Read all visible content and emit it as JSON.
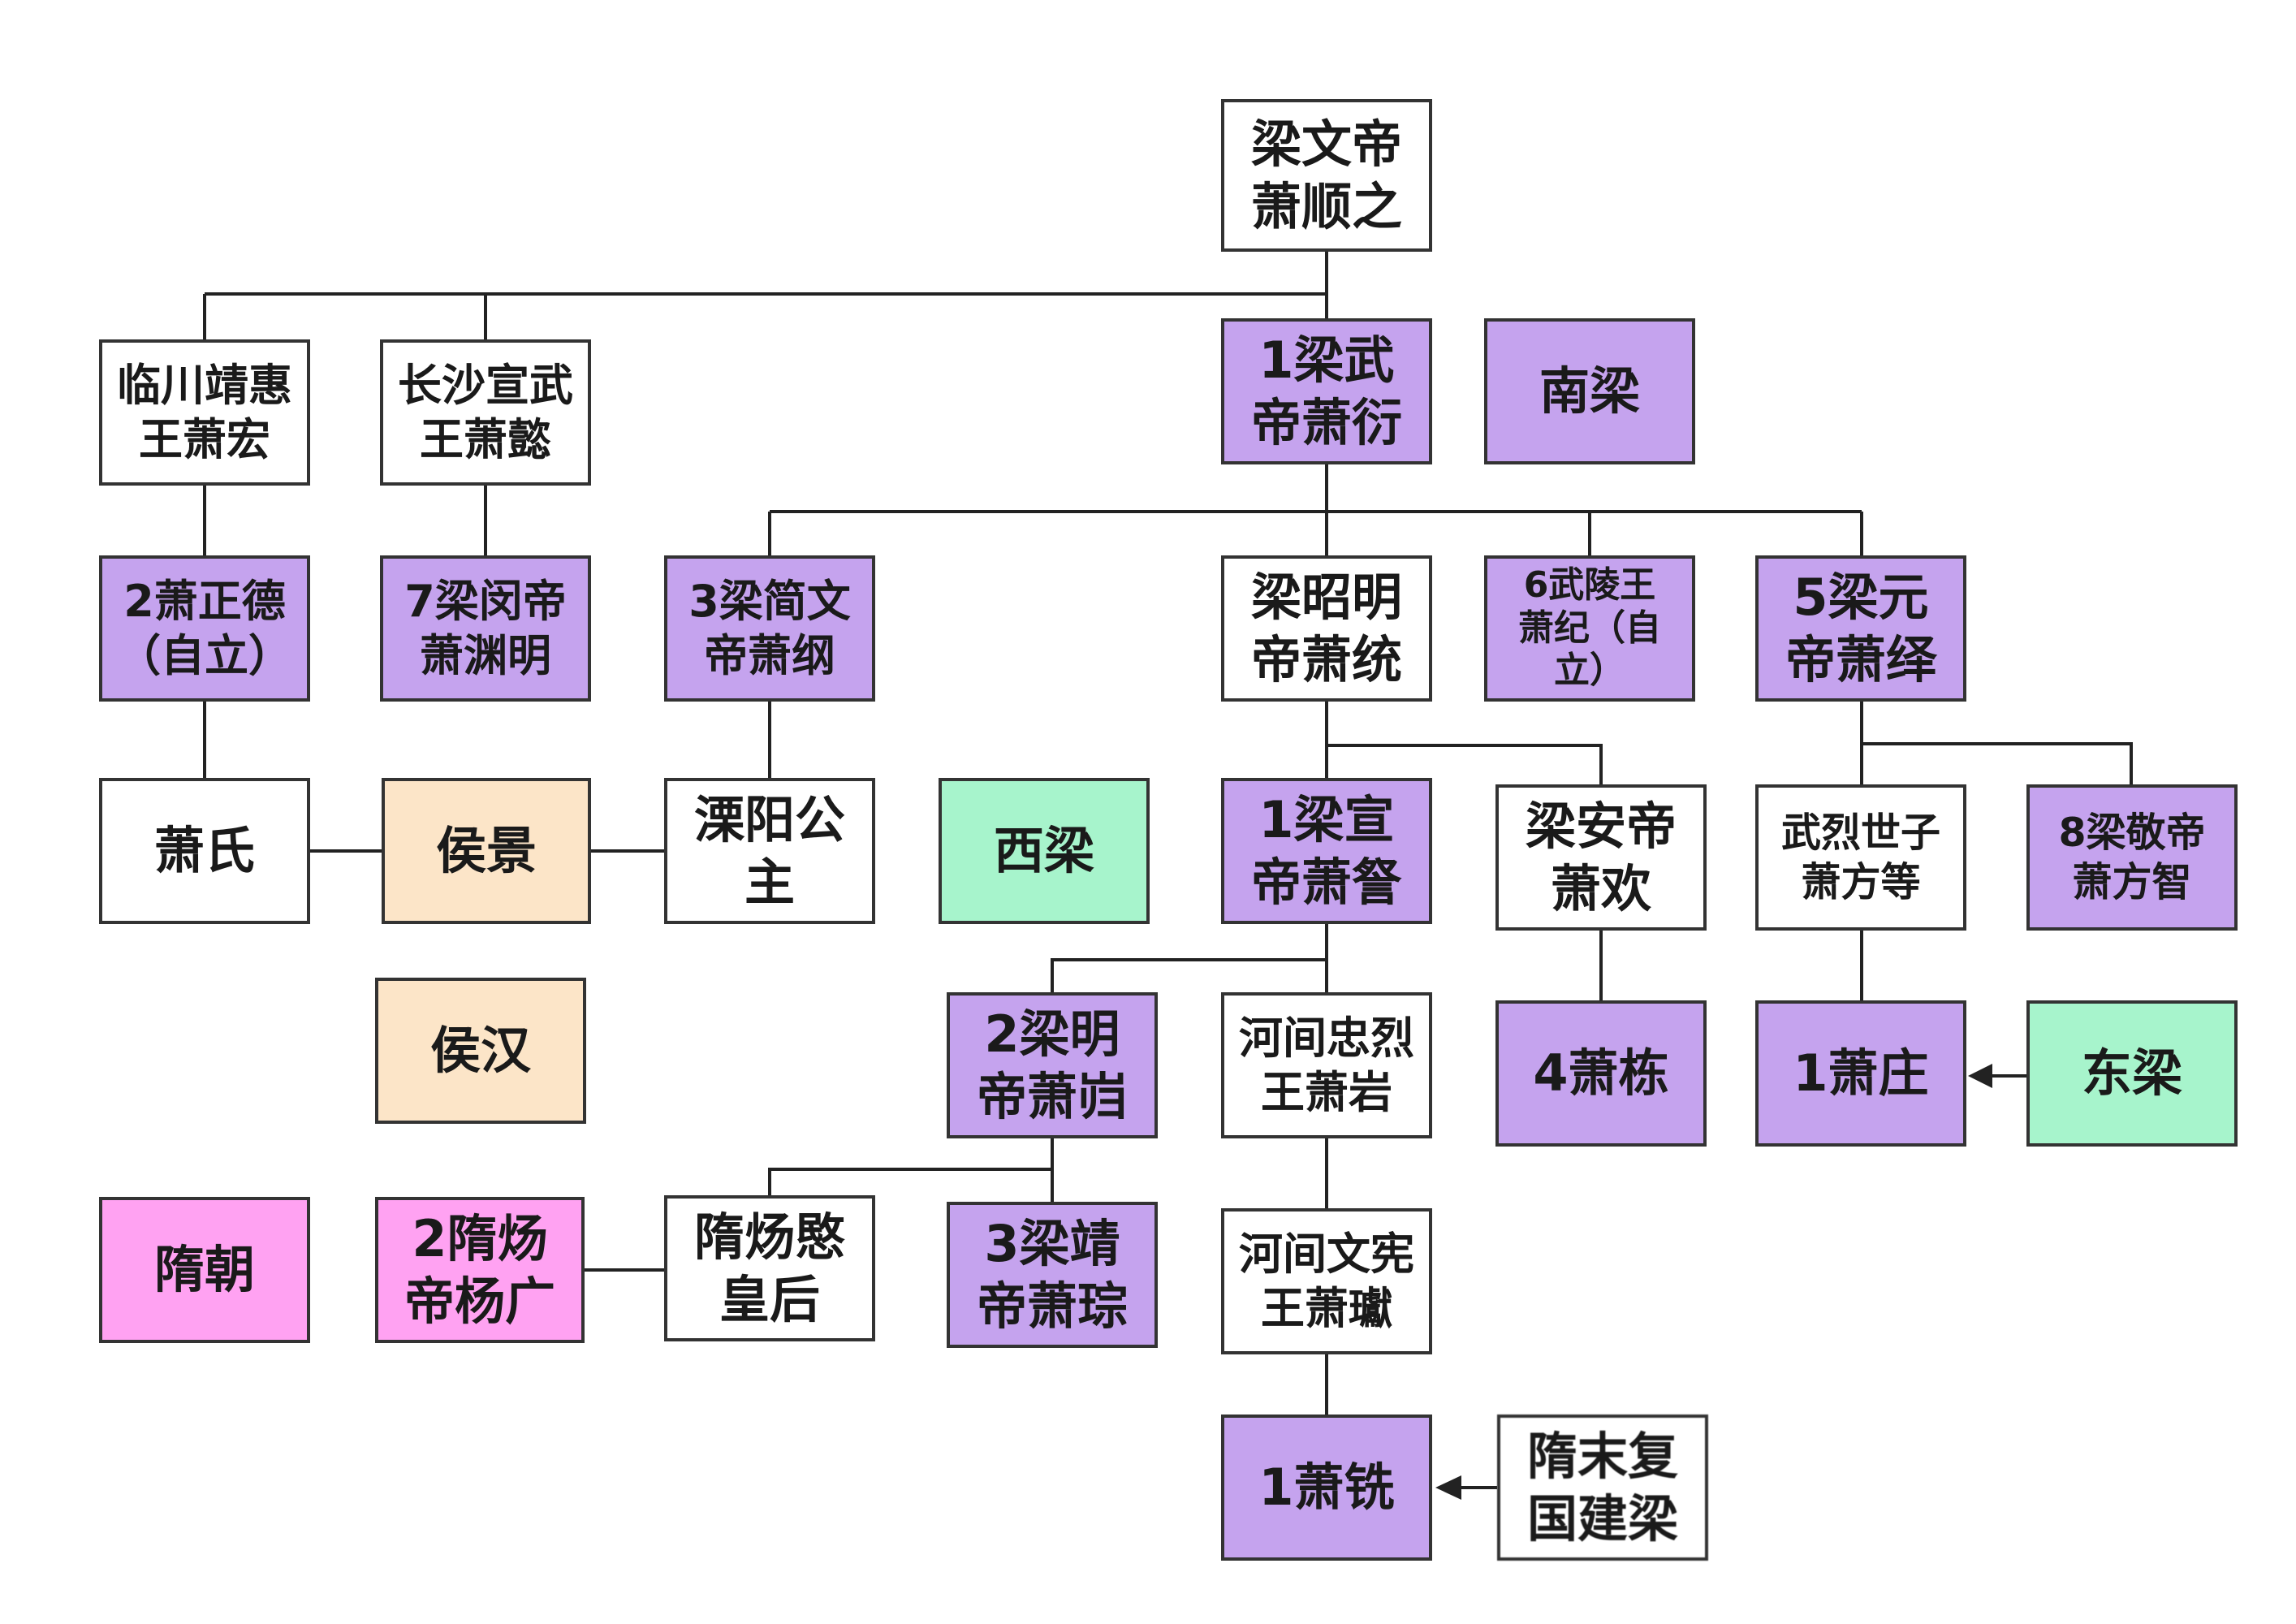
{
  "colors": {
    "white": "#ffffff",
    "purple": "#c5a3ee",
    "peach": "#fce5c8",
    "green": "#a7f4cc",
    "pink": "#ffa2f2",
    "border": "#333333",
    "line": "#222222"
  },
  "nodes": {
    "liang_wendi": "梁文帝\n萧顺之",
    "linchuan": "临川靖惠\n王萧宏",
    "changsha": "长沙宣武\n王萧懿",
    "liang_wudi": "1梁武\n帝萧衍",
    "nanliang": "南梁",
    "xiao_zhengde": "2萧正德\n（自立）",
    "liang_mindi": "7梁闵帝\n萧渊明",
    "liang_jianwendi": "3梁简文\n帝萧纲",
    "zhaoming": "梁昭明\n帝萧统",
    "wuling": "6武陵王\n萧纪（自\n立）",
    "liang_yuandi": "5梁元\n帝萧绎",
    "xiao_shi": "萧氏",
    "hou_jing": "侯景",
    "liyang": "溧阳公\n主",
    "xiliang": "西梁",
    "liang_xuandi": "1梁宣\n帝萧詧",
    "liang_andi": "梁安帝\n萧欢",
    "wulie": "武烈世子\n萧方等",
    "liang_jingdi": "8梁敬帝\n萧方智",
    "hou_han": "侯汉",
    "liang_mingdi": "2梁明\n帝萧岿",
    "hejian_zhonglie": "河间忠烈\n王萧岩",
    "xiao_dong": "4萧栋",
    "xiao_zhuang": "1萧庄",
    "dongliang": "东梁",
    "suichao": "隋朝",
    "sui_yangdi": "2隋炀\n帝杨广",
    "sui_empress": "隋炀愍\n皇后",
    "liang_jingdi_cong": "3梁靖\n帝萧琮",
    "hejian_wenxian": "河间文宪\n王萧瓛",
    "xiao_xian": "1萧铣",
    "sui_fu": "隋末复\n国建梁"
  }
}
